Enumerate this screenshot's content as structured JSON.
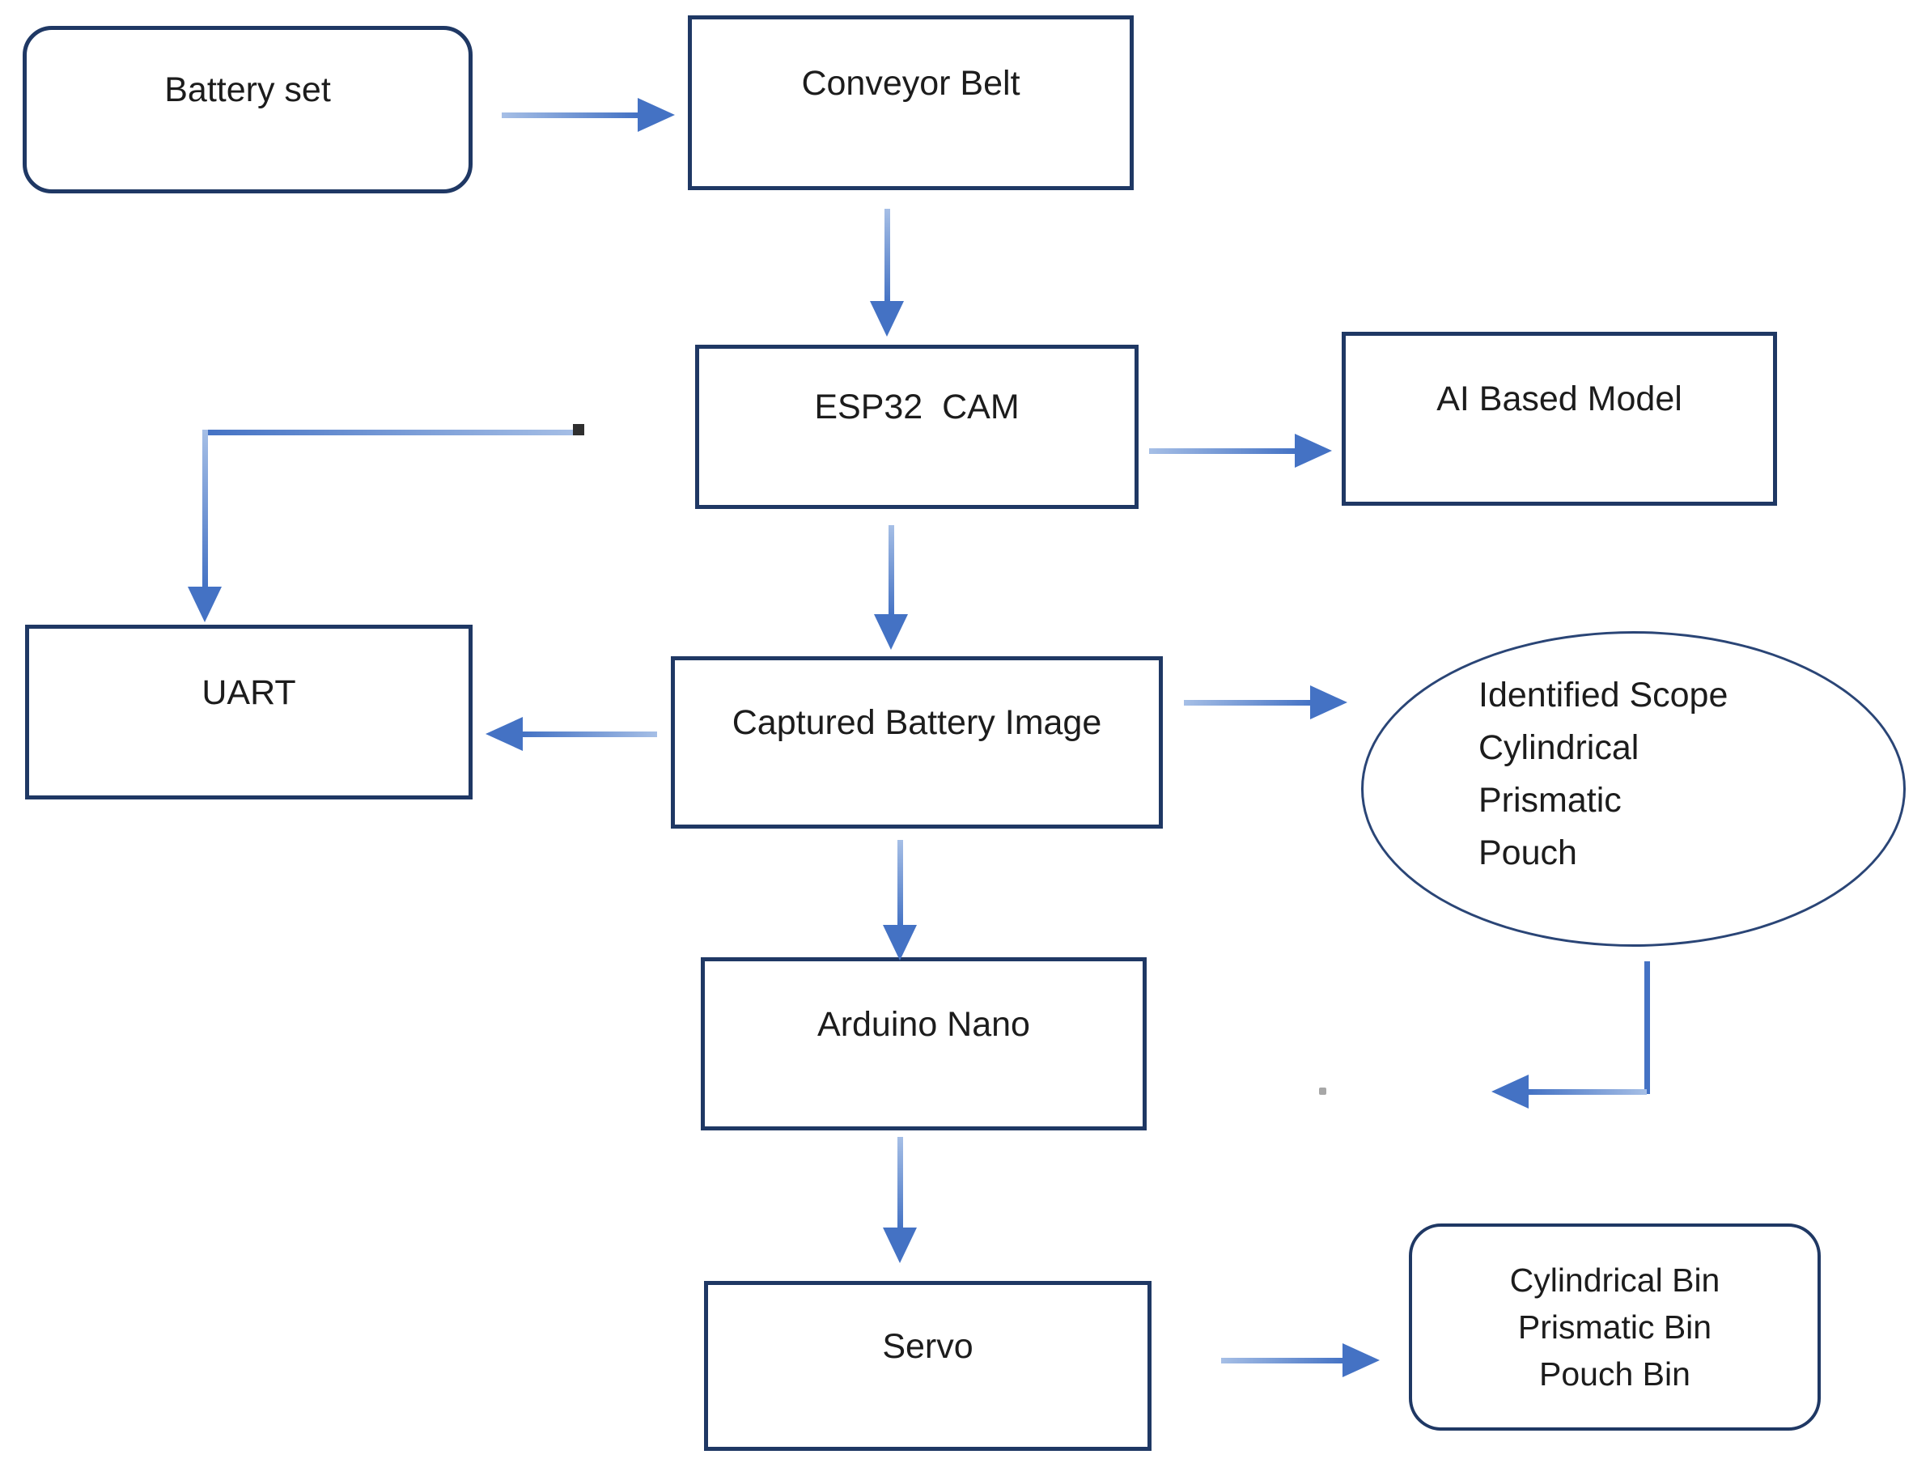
{
  "diagram": {
    "type": "flowchart",
    "background": "#ffffff",
    "colors": {
      "node_border": "#1f3864",
      "ellipse_border": "#2a4576",
      "arrow": "#4472c4",
      "arrow_tail": "#a6bfe6",
      "text": "#1c1c1c",
      "endpoint_square": "#2f2f2f",
      "stray_dot": "#8a8a8a"
    },
    "nodes": {
      "battery_set": {
        "label": "Battery set",
        "shape": "rounded-rectangle"
      },
      "conveyor_belt": {
        "label": "Conveyor Belt",
        "shape": "rectangle"
      },
      "esp32_cam": {
        "label": "ESP32  CAM",
        "shape": "rectangle"
      },
      "ai_based_model": {
        "label": "AI Based Model",
        "shape": "rectangle"
      },
      "uart": {
        "label": "UART",
        "shape": "rectangle"
      },
      "captured_battery_image": {
        "label": "Captured Battery Image",
        "shape": "rectangle"
      },
      "identified_scope": {
        "shape": "ellipse",
        "lines": [
          "Identified Scope",
          "Cylindrical",
          "Prismatic",
          "Pouch"
        ]
      },
      "arduino_nano": {
        "label": "Arduino Nano",
        "shape": "rectangle"
      },
      "servo": {
        "label": "Servo",
        "shape": "rectangle"
      },
      "bins": {
        "shape": "rounded-rectangle",
        "lines": [
          "Cylindrical Bin",
          "Prismatic Bin",
          "Pouch Bin"
        ]
      }
    },
    "edges": [
      {
        "from": "battery_set",
        "to": "conveyor_belt",
        "direction": "right"
      },
      {
        "from": "conveyor_belt",
        "to": "esp32_cam",
        "direction": "down"
      },
      {
        "from": "esp32_cam",
        "to": "ai_based_model",
        "direction": "right"
      },
      {
        "from": "esp32_cam",
        "to": "uart",
        "direction": "left-then-down",
        "note": "floating elbow connector ending above UART"
      },
      {
        "from": "esp32_cam",
        "to": "captured_battery_image",
        "direction": "down"
      },
      {
        "from": "captured_battery_image",
        "to": "uart",
        "direction": "left"
      },
      {
        "from": "captured_battery_image",
        "to": "identified_scope",
        "direction": "right"
      },
      {
        "from": "captured_battery_image",
        "to": "arduino_nano",
        "direction": "down"
      },
      {
        "from": "arduino_nano",
        "to": "servo",
        "direction": "down"
      },
      {
        "from": "servo",
        "to": "bins",
        "direction": "right"
      },
      {
        "from": "identified_scope",
        "to": "bins",
        "direction": "down-then-left",
        "note": "elbow connector ending left of bins"
      }
    ]
  }
}
